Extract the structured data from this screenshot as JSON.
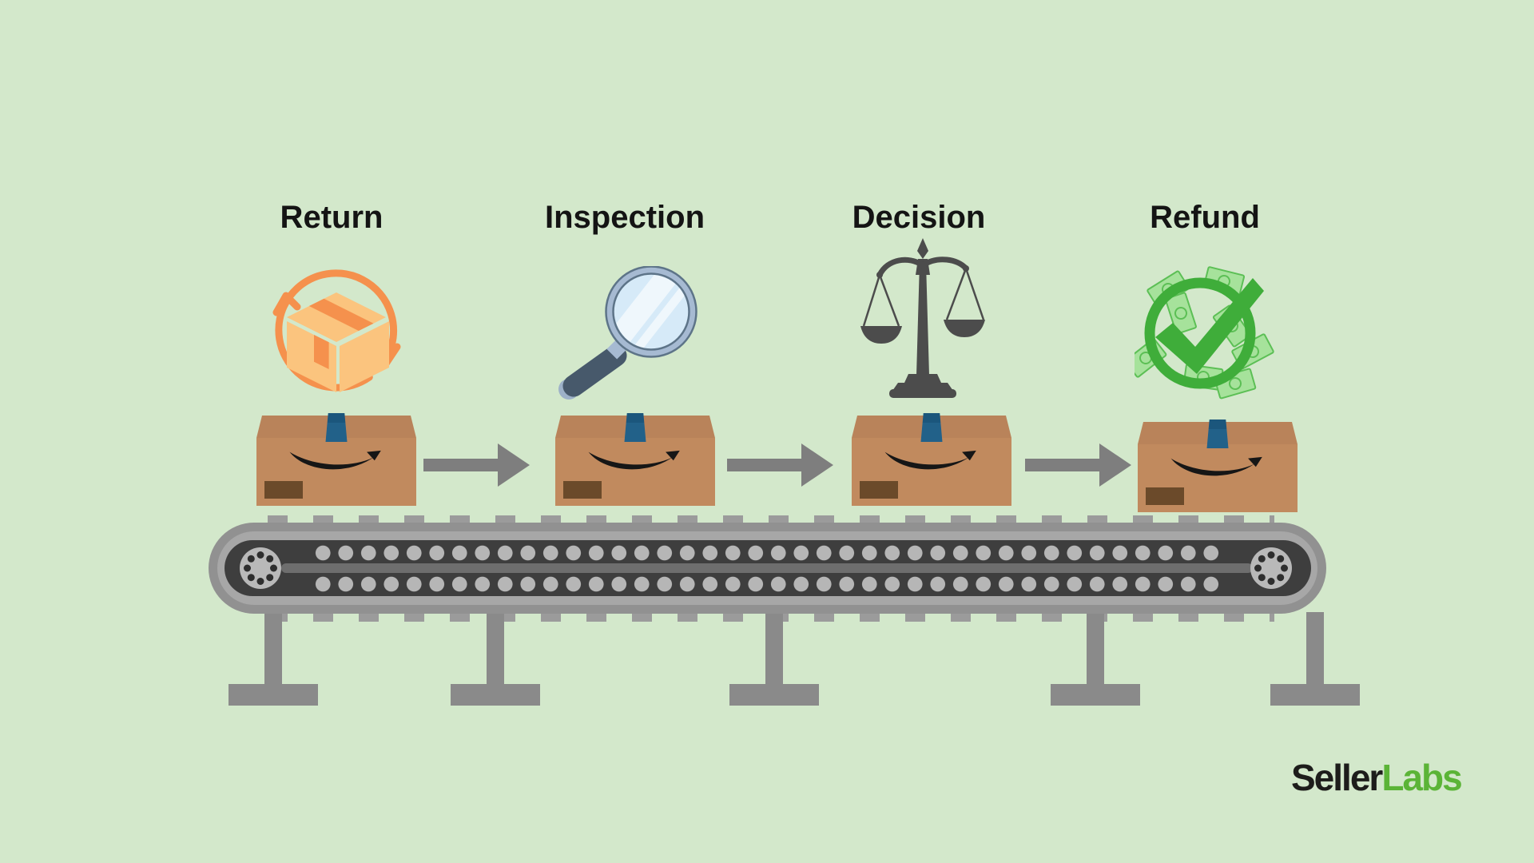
{
  "background_color": "#d3e8cb",
  "diagram_type": "process-flow-conveyor",
  "stages": [
    {
      "label": "Return",
      "icon": "return-cycle-icon",
      "accent_color": "#f5914d"
    },
    {
      "label": "Inspection",
      "icon": "magnifying-glass-icon",
      "accent_color": "#a6bad2"
    },
    {
      "label": "Decision",
      "icon": "balance-scale-icon",
      "accent_color": "#4c4c4c"
    },
    {
      "label": "Refund",
      "icon": "money-check-icon",
      "accent_color": "#3fad3a"
    }
  ],
  "conveyor": {
    "package_count": 4,
    "flow_arrow_count": 3,
    "box_color": "#c18a5e",
    "box_lid_color": "#b9835a",
    "tape_color": "#226189",
    "smile_color": "#161616",
    "sticker_color": "#6b4a2a",
    "belt_gray": "#919191",
    "belt_dark": "#3e3e3e",
    "arrow_color": "#7e7e7e"
  },
  "logo": {
    "part1": "Seller",
    "part2": "Labs",
    "part1_color": "#1d1d1b",
    "part2_color": "#5bb437"
  }
}
